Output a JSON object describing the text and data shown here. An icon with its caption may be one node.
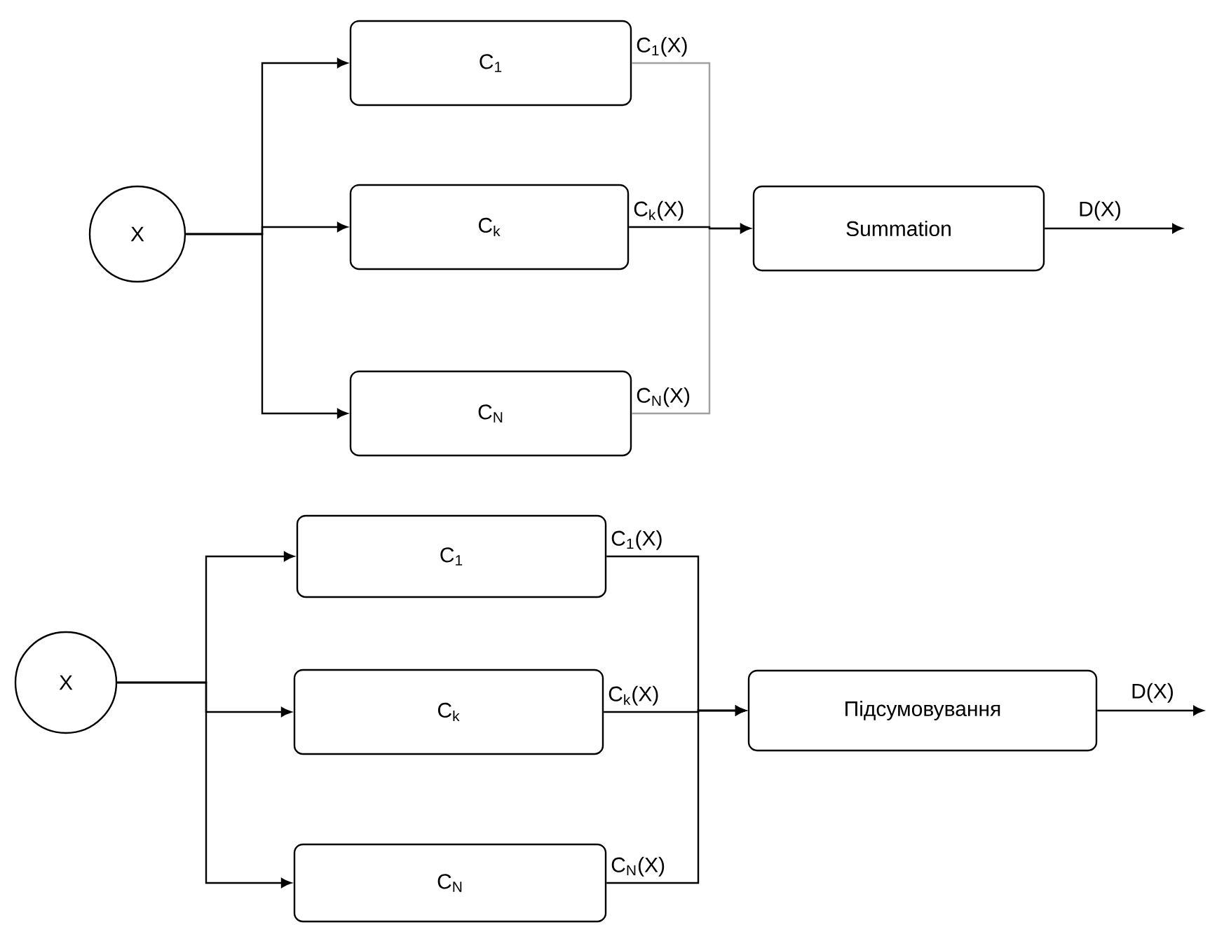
{
  "diagram": {
    "nodes": [
      {
        "text": [
          "X"
        ]
      },
      {
        "text": [
          "C$_{1}$"
        ]
      },
      {
        "text": [
          "C$_{k}$"
        ]
      },
      {
        "text": [
          "C$_{N}$"
        ]
      },
      {
        "text": [
          "Summation"
        ]
      },
      {
        "text": [
          "X"
        ]
      },
      {
        "text": [
          "C$_{1}$"
        ]
      },
      {
        "text": [
          "C$_{k}$"
        ]
      },
      {
        "text": [
          "C$_{N}$"
        ]
      },
      {
        "text": [
          "Підсумовування"
        ]
      }
    ],
    "edges": [
      {
        "from": 0,
        "to": 1,
        "arrow": "to"
      },
      {
        "from": 0,
        "to": 2,
        "arrow": "to"
      },
      {
        "from": 0,
        "to": 3,
        "arrow": "to"
      },
      {
        "from": 1,
        "to": 4,
        "arrow": "to",
        "label": "C$_{1}$(X)",
        "color": "#a0a0a0"
      },
      {
        "from": 2,
        "to": 4,
        "arrow": "to",
        "label": "C$_{k}$(X)"
      },
      {
        "from": 3,
        "to": 4,
        "arrow": "to",
        "label": "C$_{N}$(X)",
        "color": "#a0a0a0"
      },
      {
        "from": 4,
        "to": null,
        "arrow": "to",
        "label": "D(X)"
      },
      {
        "from": 5,
        "to": 6,
        "arrow": "to"
      },
      {
        "from": 5,
        "to": 7,
        "arrow": "to"
      },
      {
        "from": 5,
        "to": 8,
        "arrow": "to"
      },
      {
        "from": 6,
        "to": 9,
        "arrow": "to",
        "label": "C$_{1}$(X)"
      },
      {
        "from": 7,
        "to": 9,
        "arrow": "to",
        "label": "C$_{k}$(X)"
      },
      {
        "from": 8,
        "to": 9,
        "arrow": "to",
        "label": "C$_{N}$(X)"
      },
      {
        "from": 9,
        "to": null,
        "arrow": "to",
        "label": "D(X)"
      }
    ]
  }
}
